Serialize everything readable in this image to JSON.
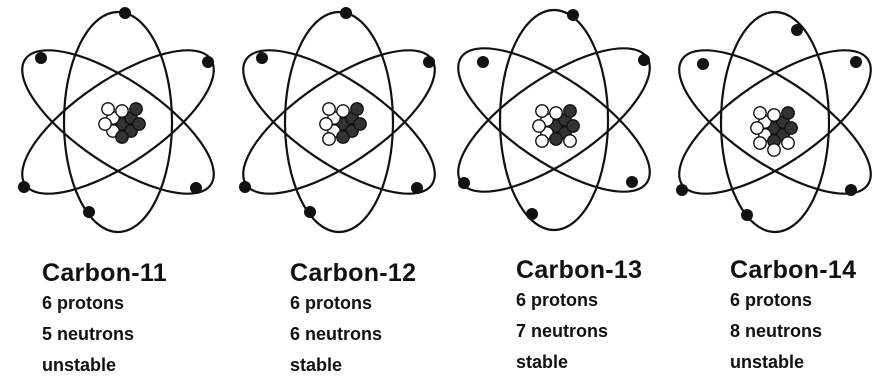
{
  "isotopes": [
    {
      "name": "Carbon-11",
      "protons": "6 protons",
      "neutrons": "5 neutrons",
      "stability": "unstable",
      "proton_count": 6,
      "neutron_count": 5
    },
    {
      "name": "Carbon-12",
      "protons": "6 protons",
      "neutrons": "6 neutrons",
      "stability": "stable",
      "proton_count": 6,
      "neutron_count": 6
    },
    {
      "name": "Carbon-13",
      "protons": "6 protons",
      "neutrons": "7 neutrons",
      "stability": "stable",
      "proton_count": 6,
      "neutron_count": 7
    },
    {
      "name": "Carbon-14",
      "protons": "6 protons",
      "neutrons": "8 neutrons",
      "stability": "unstable",
      "proton_count": 6,
      "neutron_count": 8
    }
  ],
  "colors": {
    "ink": "#111111",
    "background": "#ffffff",
    "proton": "#333333",
    "neutron": "#ffffff"
  }
}
